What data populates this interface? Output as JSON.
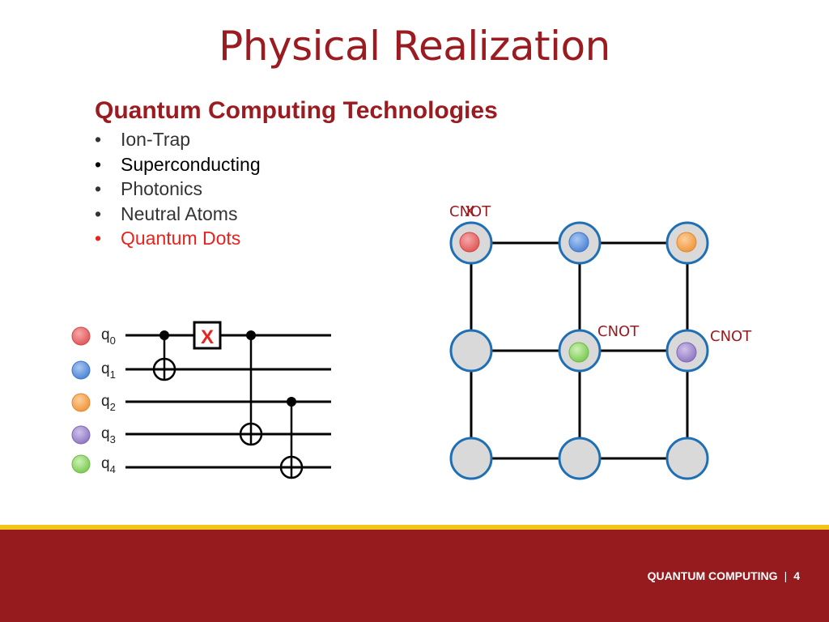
{
  "slide": {
    "title": "Physical Realization",
    "subtitle": "Quantum Computing Technologies",
    "bullets": [
      {
        "text": "Ion-Trap",
        "color": "#333333"
      },
      {
        "text": "Superconducting",
        "color": "#000000"
      },
      {
        "text": "Photonics",
        "color": "#333333"
      },
      {
        "text": "Neutral Atoms",
        "color": "#333333"
      },
      {
        "text": "Quantum Dots",
        "color": "#e8221d"
      }
    ],
    "bullet_char": "•"
  },
  "circuit": {
    "qubits": [
      {
        "name": "q",
        "index": "0",
        "color": "#e66060"
      },
      {
        "name": "q",
        "index": "1",
        "color": "#5c93dd"
      },
      {
        "name": "q",
        "index": "2",
        "color": "#f2a04b"
      },
      {
        "name": "q",
        "index": "3",
        "color": "#9d86cc"
      },
      {
        "name": "q",
        "index": "4",
        "color": "#8fd66a"
      }
    ],
    "x_gate_label": "X"
  },
  "grid": {
    "label_top": "CNOT",
    "label_top_overlay": "X",
    "label_mid": "CNOT",
    "label_right": "CNOT",
    "node_fill": "#d9d9d9",
    "node_border": "#1f6fb5"
  },
  "footer": {
    "label": "QUANTUM COMPUTING",
    "separator": "|",
    "page": "4"
  },
  "colors": {
    "brand_red": "#9b1c20",
    "footer_red": "#961b1f",
    "footer_gold": "#f2c318",
    "highlight_red": "#e8221d"
  }
}
